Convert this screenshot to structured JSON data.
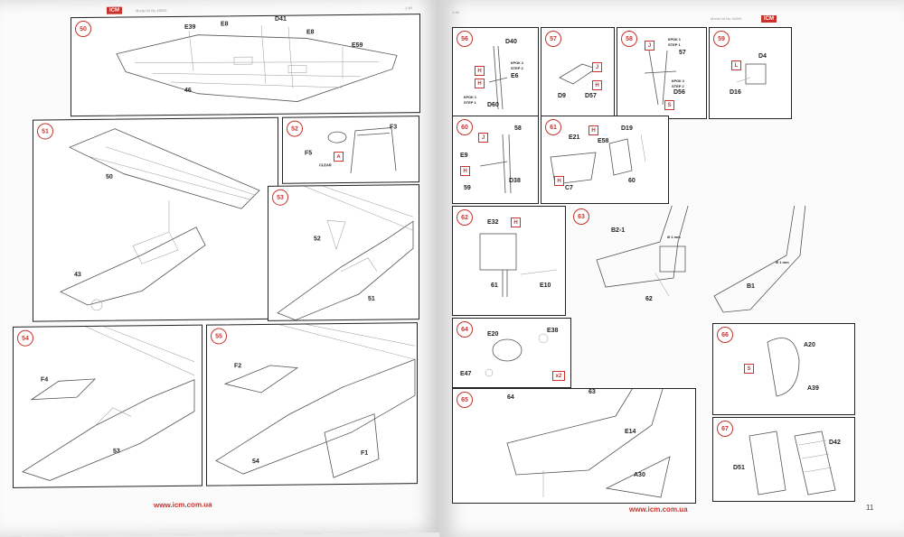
{
  "header": {
    "brand": "ICM",
    "left_title": "Model kit No 48306",
    "left_scale": "1:48",
    "right_scale": "1:48",
    "right_title": "Model kit No 48306"
  },
  "footer": {
    "url_left": "www.icm.com.ua",
    "url_right": "www.icm.com.ua",
    "page_number": "11"
  },
  "steps": {
    "s50": {
      "number": "50",
      "labels": [
        "E39",
        "E8",
        "D41",
        "E8",
        "E59",
        "46"
      ]
    },
    "s51": {
      "number": "51",
      "labels": [
        "50",
        "43"
      ]
    },
    "s52": {
      "number": "52",
      "labels": [
        "F3",
        "F5",
        "A",
        "CLEAR"
      ]
    },
    "s53": {
      "number": "53",
      "labels": [
        "52",
        "51"
      ]
    },
    "s54": {
      "number": "54",
      "labels": [
        "F4",
        "53"
      ]
    },
    "s55": {
      "number": "55",
      "labels": [
        "F2",
        "F1",
        "54"
      ]
    },
    "s56": {
      "number": "56",
      "labels": [
        "D40",
        "H",
        "КРОК 2",
        "STEP 2",
        "E6",
        "H",
        "КРОК 1",
        "STEP 1",
        "D60"
      ]
    },
    "s57": {
      "number": "57",
      "labels": [
        "J",
        "H",
        "D9",
        "D57"
      ]
    },
    "s58": {
      "number": "58",
      "labels": [
        "J",
        "КРОК 1",
        "STEP 1",
        "57",
        "КРОК 2",
        "STEP 2",
        "D56",
        "S"
      ]
    },
    "s59": {
      "number": "59",
      "labels": [
        "D4",
        "L",
        "D16"
      ]
    },
    "s60": {
      "number": "60",
      "labels": [
        "J",
        "58",
        "E9",
        "H",
        "D38",
        "59"
      ]
    },
    "s61": {
      "number": "61",
      "labels": [
        "H",
        "D19",
        "E21",
        "E58",
        "H",
        "C7",
        "60"
      ]
    },
    "s62": {
      "number": "62",
      "labels": [
        "E32",
        "H",
        "E10",
        "61"
      ]
    },
    "s63": {
      "number": "63",
      "labels": [
        "B2-1",
        "Ø 1 mm",
        "Ø 1 mm",
        "B1",
        "62"
      ]
    },
    "s64": {
      "number": "64",
      "labels": [
        "E20",
        "E38",
        "E47",
        "x2"
      ]
    },
    "s65": {
      "number": "65",
      "labels": [
        "64",
        "63",
        "E14",
        "A30"
      ]
    },
    "s66": {
      "number": "66",
      "labels": [
        "A20",
        "S",
        "A39"
      ]
    },
    "s67": {
      "number": "67",
      "labels": [
        "D42",
        "D51"
      ]
    }
  }
}
